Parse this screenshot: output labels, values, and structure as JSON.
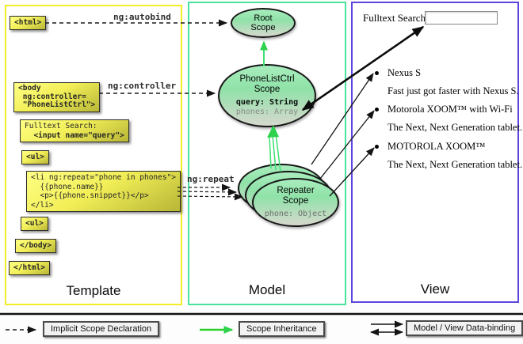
{
  "colors": {
    "template_border": "#f3ee27",
    "model_border": "#49e49e",
    "view_border": "#5b46de",
    "code_box_fill": "#f2ef58",
    "scope_fill": "#98e7ae",
    "inheritance_green": "#2ed24c",
    "arrow_black": "#141414"
  },
  "template": {
    "title": "Template",
    "html_open": "<html>",
    "body_open_lines": [
      "<body",
      " ng:controller=",
      " \"PhoneListCtrl\">"
    ],
    "fulltext_line1": "Fulltext Search:",
    "fulltext_line2": "  <input name=\"query\">",
    "ul_open": "<ul>",
    "li_lines": [
      "<li ng:repeat=\"phone in phones\">",
      "  {{phone.name}}",
      "  <p>{{phone.snippet}}</p>",
      "</li>"
    ],
    "ul_close": "<ul>",
    "body_close": "</body>",
    "html_close": "</html>"
  },
  "arrow_labels": {
    "autobind": "ng:autobind",
    "controller": "ng:controller",
    "repeat": "ng:repeat"
  },
  "model": {
    "title": "Model",
    "root_scope": {
      "name_line1": "Root",
      "name_line2": "Scope"
    },
    "phonelist_scope": {
      "name_line1": "PhoneListCtrl",
      "name_line2": "Scope",
      "prop1": "query: String",
      "prop2": "phones: Array"
    },
    "repeater_scope": {
      "name_line1": "Repeater",
      "name_line2": "Scope",
      "prop1": "phone: Object"
    }
  },
  "view": {
    "title": "View",
    "search_label": "Fulltext Search:",
    "search_value": "",
    "items": [
      {
        "name": "Nexus S",
        "snippet": "Fast just got faster with Nexus S."
      },
      {
        "name": "Motorola XOOM™  with Wi-Fi",
        "snippet": "The Next, Next Generation tablet."
      },
      {
        "name": "MOTOROLA XOOM™",
        "snippet": "The Next, Next Generation tablet."
      }
    ]
  },
  "legend": {
    "implicit": "Implicit Scope Declaration",
    "inheritance": "Scope Inheritance",
    "binding": "Model / View Data-binding"
  }
}
